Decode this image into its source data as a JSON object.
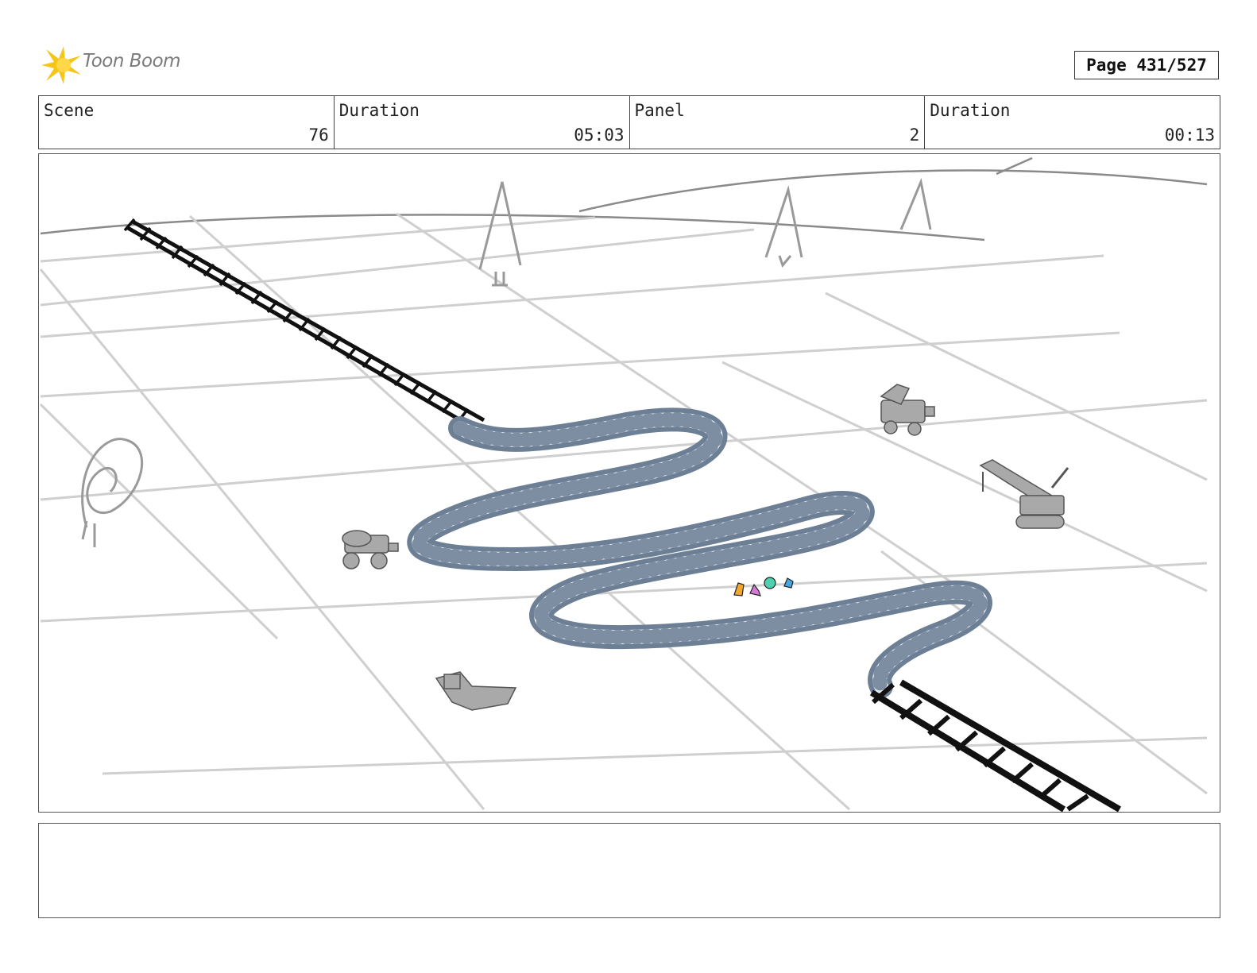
{
  "header": {
    "brand": "Toon Boom",
    "page_label": "Page 431/527"
  },
  "info": {
    "scene_label": "Scene",
    "scene_value": "76",
    "scene_duration_label": "Duration",
    "scene_duration_value": "05:03",
    "panel_label": "Panel",
    "panel_value": "2",
    "panel_duration_label": "Duration",
    "panel_duration_value": "00:13"
  },
  "notes": {
    "text": ""
  },
  "colors": {
    "border": "#444444",
    "grid": "#c8c8c8",
    "track": "#6d7f95",
    "logo_accent": "#f5c518"
  },
  "icons": {
    "logo": "toon-boom-star-logo"
  }
}
